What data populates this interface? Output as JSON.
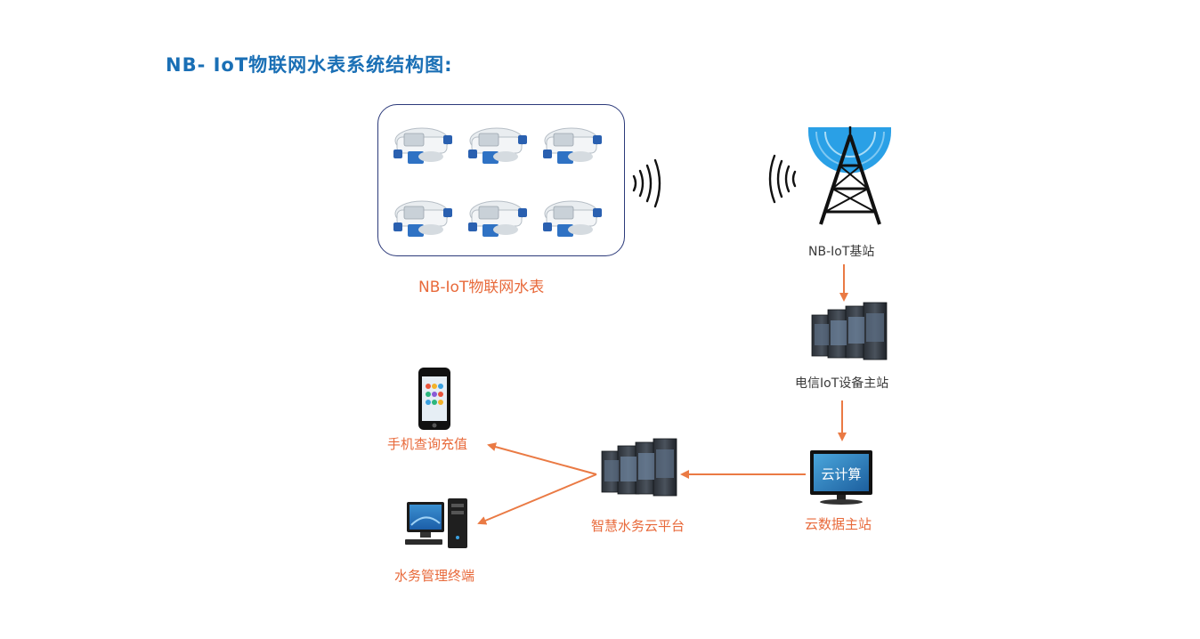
{
  "title": "NB- IoT物联网水表系统结构图:",
  "nodes": {
    "meters": {
      "label": "NB-IoT物联网水表"
    },
    "base_station": {
      "label": "NB-IoT基站"
    },
    "telecom_master": {
      "label": "电信IoT设备主站"
    },
    "cloud_data": {
      "label": "云数据主站",
      "screen_text": "云计算"
    },
    "platform": {
      "label": "智慧水务云平台"
    },
    "phone": {
      "label": "手机查询充值"
    },
    "terminal": {
      "label": "水务管理终端"
    }
  },
  "colors": {
    "title": "#1a6fb5",
    "label_orange": "#e86a3b",
    "arrow": "#ea7a44",
    "box_border": "#2c3a7a",
    "signal_blue": "#2aa0e6"
  }
}
